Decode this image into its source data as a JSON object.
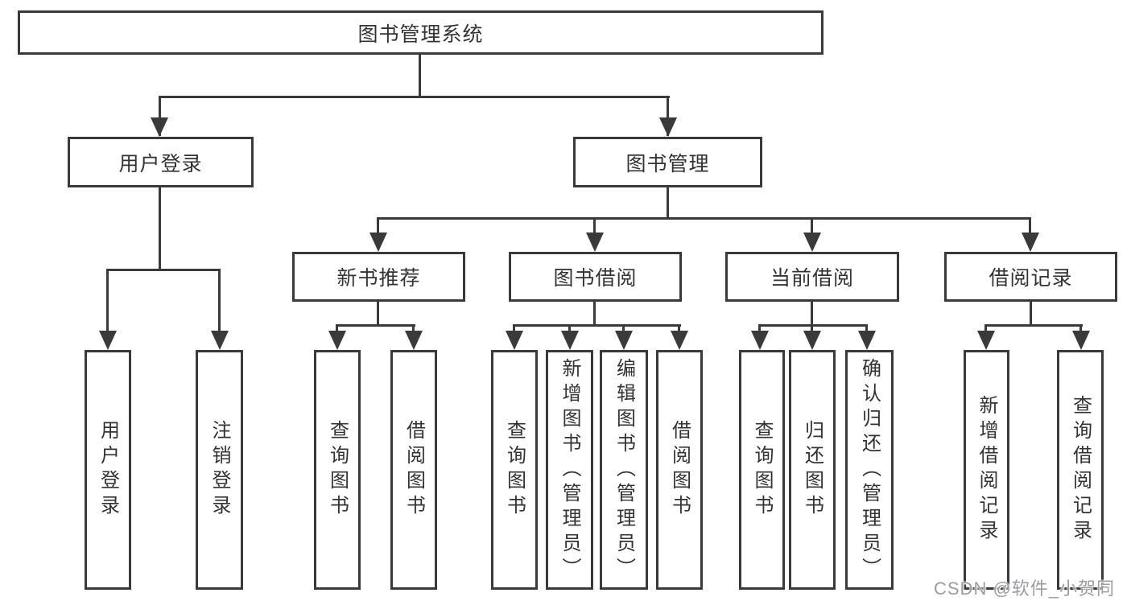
{
  "diagram": {
    "title": "图书管理系统",
    "tree": {
      "label": "图书管理系统",
      "children": [
        {
          "label": "用户登录",
          "children": [
            {
              "label": "用户登录"
            },
            {
              "label": "注销登录"
            }
          ]
        },
        {
          "label": "图书管理",
          "children": [
            {
              "label": "新书推荐",
              "children": [
                {
                  "label": "查询图书"
                },
                {
                  "label": "借阅图书"
                }
              ]
            },
            {
              "label": "图书借阅",
              "children": [
                {
                  "label": "查询图书"
                },
                {
                  "label": "新增图书（管理员）"
                },
                {
                  "label": "编辑图书（管理员）"
                },
                {
                  "label": "借阅图书"
                }
              ]
            },
            {
              "label": "当前借阅",
              "children": [
                {
                  "label": "查询图书"
                },
                {
                  "label": "归还图书"
                },
                {
                  "label": "确认归还（管理员）"
                }
              ]
            },
            {
              "label": "借阅记录",
              "children": [
                {
                  "label": "新增借阅记录"
                },
                {
                  "label": "查询借阅记录"
                }
              ]
            }
          ]
        }
      ]
    },
    "watermark": "CSDN @软件_小贺同学",
    "colors": {
      "line": "#3a3a3a",
      "text": "#333333",
      "watermark": "#9c9ca1",
      "background": "#ffffff"
    }
  }
}
